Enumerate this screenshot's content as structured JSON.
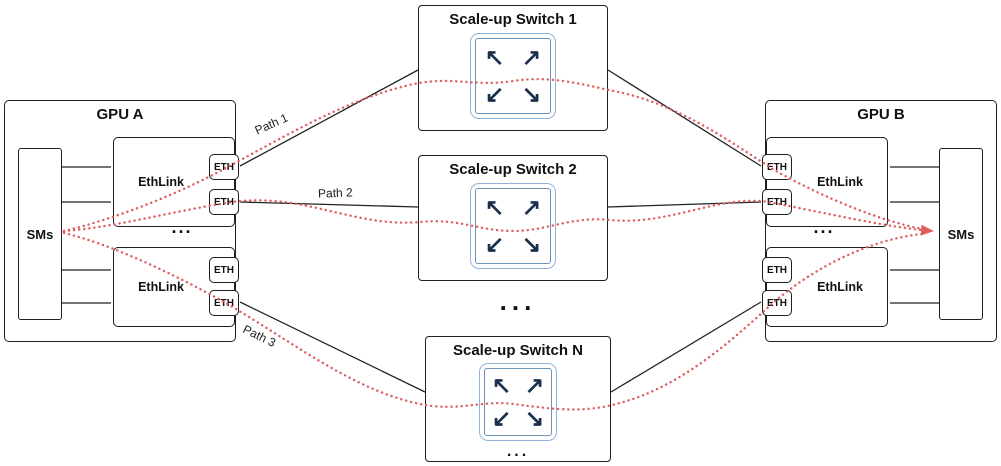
{
  "gpu_a": {
    "title": "GPU A",
    "sms_label": "SMs",
    "ethlink_top_label": "EthLink",
    "ethlink_bottom_label": "EthLink",
    "ellipsis": "...",
    "port_labels": [
      "ETH",
      "ETH",
      "ETH",
      "ETH"
    ]
  },
  "gpu_b": {
    "title": "GPU B",
    "sms_label": "SMs",
    "ethlink_top_label": "EthLink",
    "ethlink_bottom_label": "EthLink",
    "ellipsis": "...",
    "port_labels": [
      "ETH",
      "ETH",
      "ETH",
      "ETH"
    ]
  },
  "switches": {
    "switch1_title": "Scale-up Switch 1",
    "switch2_title": "Scale-up Switch 2",
    "switchn_title": "Scale-up Switch N",
    "between_ellipsis": "...",
    "switchn_ellipsis": "..."
  },
  "path_labels": {
    "path1": "Path 1",
    "path2": "Path 2",
    "path3": "Path 3"
  },
  "icons": {
    "switch_icon_name": "crossbar-expand-arrows-icon",
    "arrows": [
      "↖",
      "↗",
      "↙",
      "↘"
    ]
  },
  "colors": {
    "box_border": "#1f1f1f",
    "black_line": "#222222",
    "red_path": "#e05d5d",
    "icon_border_outer": "#8fb4d8",
    "icon_border_inner": "#6d93bb",
    "icon_arrow": "#1b2f4d"
  }
}
